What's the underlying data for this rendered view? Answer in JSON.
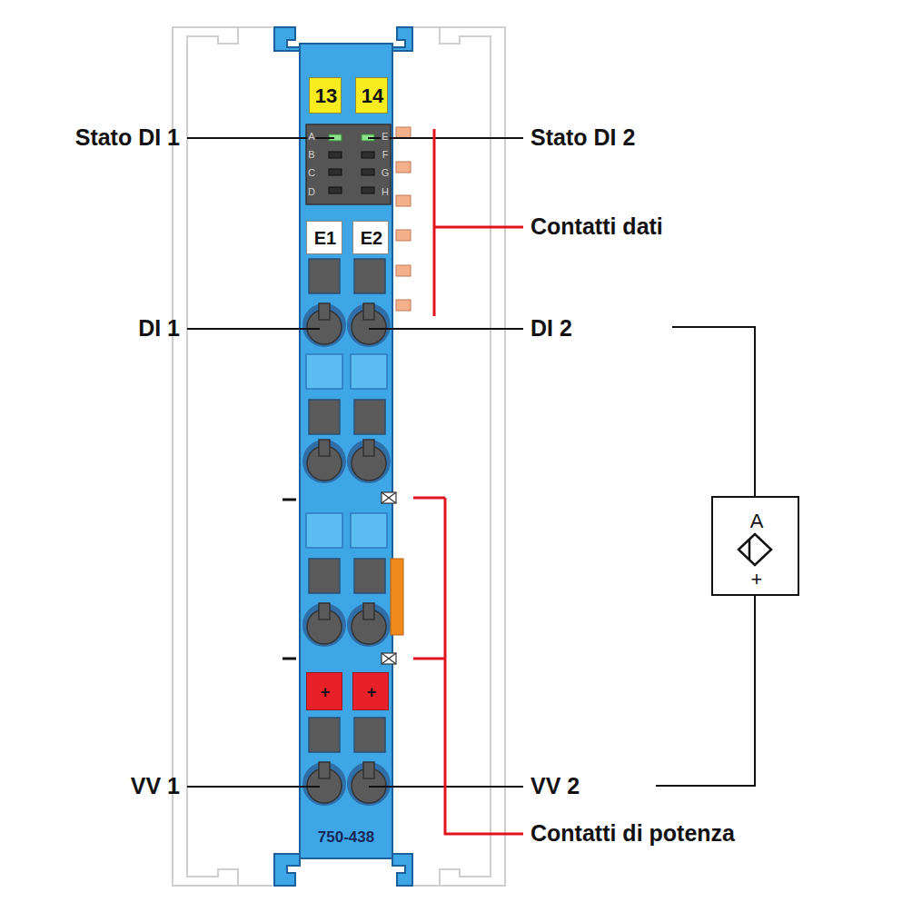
{
  "diagram": {
    "nodes": [
      {
        "text": [
          "750-438"
        ]
      },
      {
        "text": [
          "13"
        ],
        "in": 0
      },
      {
        "text": [
          "14"
        ],
        "in": 0
      },
      {
        "text": [
          "A",
          "B",
          "C",
          "D",
          "E",
          "F",
          "G",
          "H"
        ],
        "in": 0
      },
      {
        "text": [
          "E1"
        ],
        "in": 0
      },
      {
        "text": [
          "E2"
        ],
        "in": 0
      },
      {
        "text": [
          "+"
        ],
        "in": 0
      },
      {
        "text": [
          "+"
        ],
        "in": 0
      },
      {
        "text": [
          "A",
          "+"
        ]
      }
    ],
    "labels": [
      "Stato DI 1",
      "Stato DI 2",
      "Contatti dati",
      "DI 1",
      "DI 2",
      "VV 1",
      "VV 2",
      "Contatti di potenza"
    ]
  }
}
